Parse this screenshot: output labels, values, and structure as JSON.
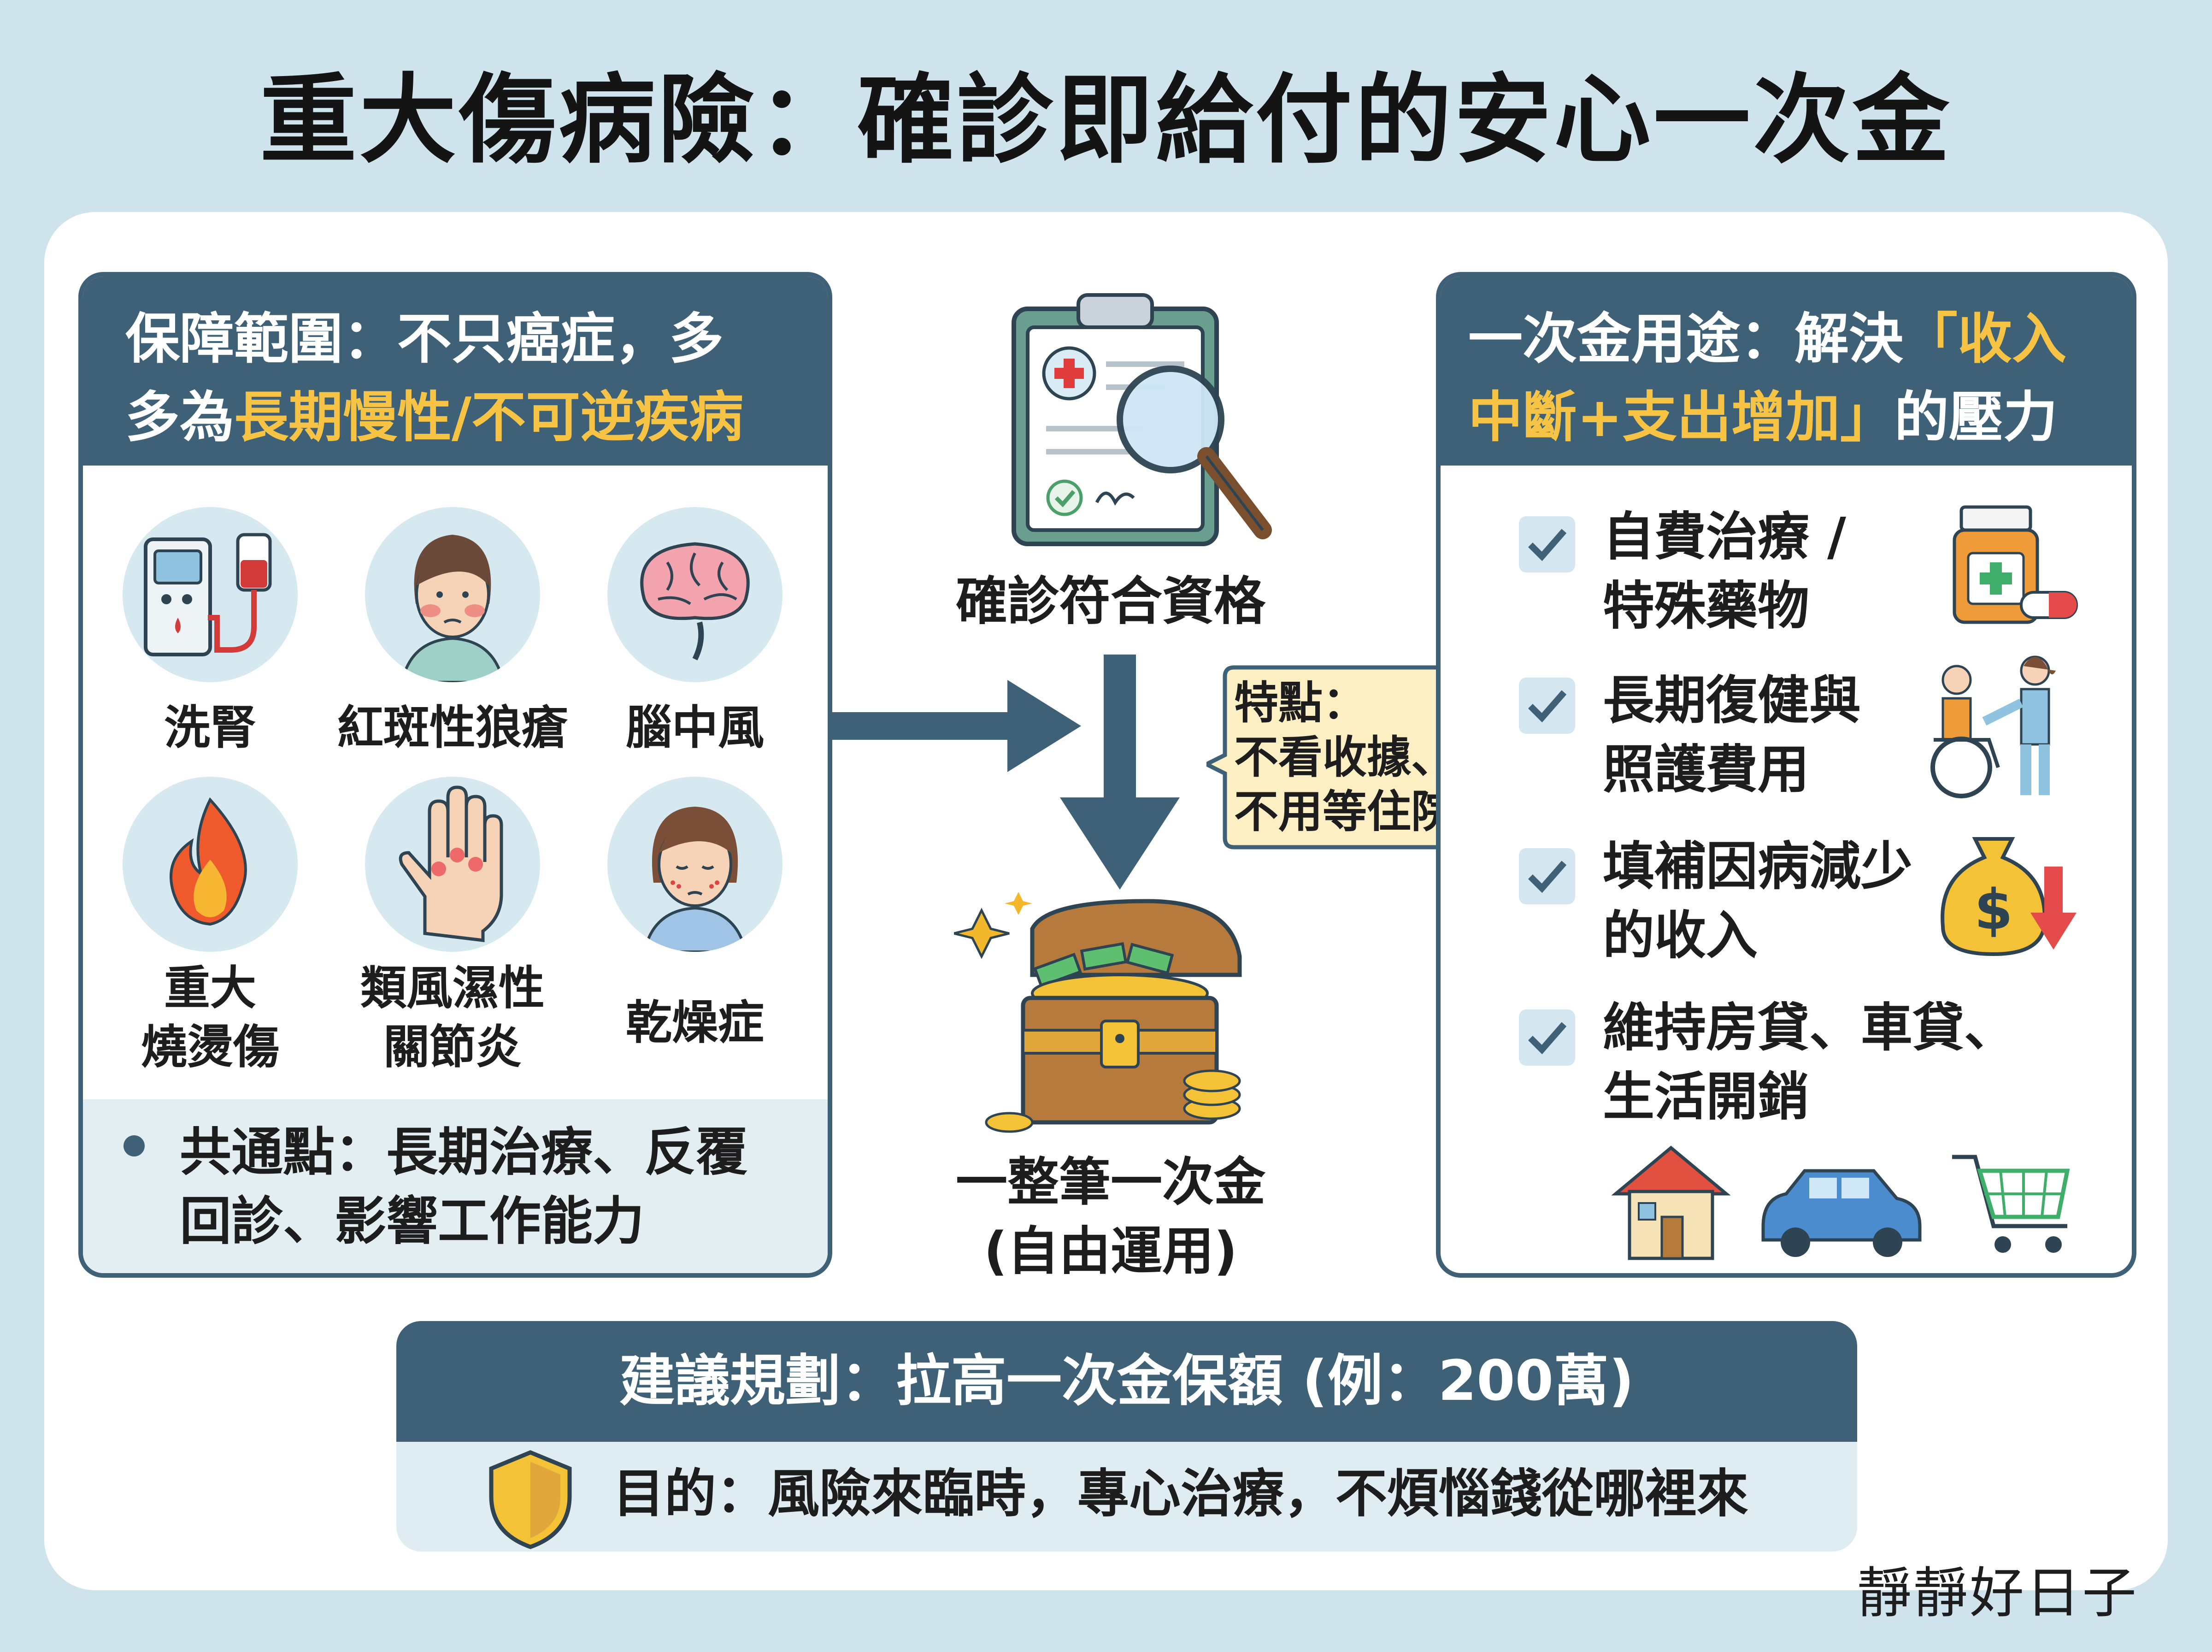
{
  "title": "重大傷病險：確診即給付的安心一次金",
  "coverage": {
    "heading_line1": "保障範圍：不只癌症，多",
    "heading_prefix": "多為",
    "heading_highlight": "長期慢性/不可逆疾病",
    "conditions": [
      {
        "label": "洗腎",
        "icon": "dialysis-machine-icon"
      },
      {
        "label": "紅斑性狼瘡",
        "icon": "woman-with-rash-icon"
      },
      {
        "label": "腦中風",
        "icon": "brain-icon"
      },
      {
        "label_line1": "重大",
        "label_line2": "燒燙傷",
        "icon": "fire-icon"
      },
      {
        "label_line1": "類風濕性",
        "label_line2": "關節炎",
        "icon": "inflamed-hand-icon"
      },
      {
        "label": "乾燥症",
        "icon": "tired-woman-icon"
      }
    ],
    "common_line1": "共通點：長期治療、反覆",
    "common_line2": "回診、影響工作能力"
  },
  "process": {
    "diagnosis_label": "確診符合資格",
    "feature_title": "特點：",
    "feature_line1": "不看收據、",
    "feature_line2": "不用等住院",
    "payout_line1": "一整筆一次金",
    "payout_line2": "(自由運用)"
  },
  "uses": {
    "heading_line1_prefix": "一次金用途：解決",
    "heading_line1_highlight": "「收入",
    "heading_line2_highlight": "中斷+支出增加」",
    "heading_line2_suffix": "的壓力",
    "items": [
      {
        "line1": "自費治療 /",
        "line2": "特殊藥物",
        "icon": "medicine-bottle-icon"
      },
      {
        "line1": "長期復健與",
        "line2": "照護費用",
        "icon": "wheelchair-caregiver-icon"
      },
      {
        "line1": "填補因病減少",
        "line2": "的收入",
        "icon": "money-bag-down-icon"
      },
      {
        "line1": "維持房貸、車貸、",
        "line2": "生活開銷",
        "icon": "house-car-cart-icon"
      }
    ]
  },
  "suggestion": {
    "heading": "建議規劃：拉高一次金保額 (例：200萬)",
    "purpose": "目的：風險來臨時，專心治療，不煩惱錢從哪裡來"
  },
  "signature": "靜靜好日子",
  "colors": {
    "background": "#cfe3ec",
    "panel_header": "#3f6177",
    "highlight": "#f6c344",
    "icon_circle": "#d6e9f1"
  }
}
